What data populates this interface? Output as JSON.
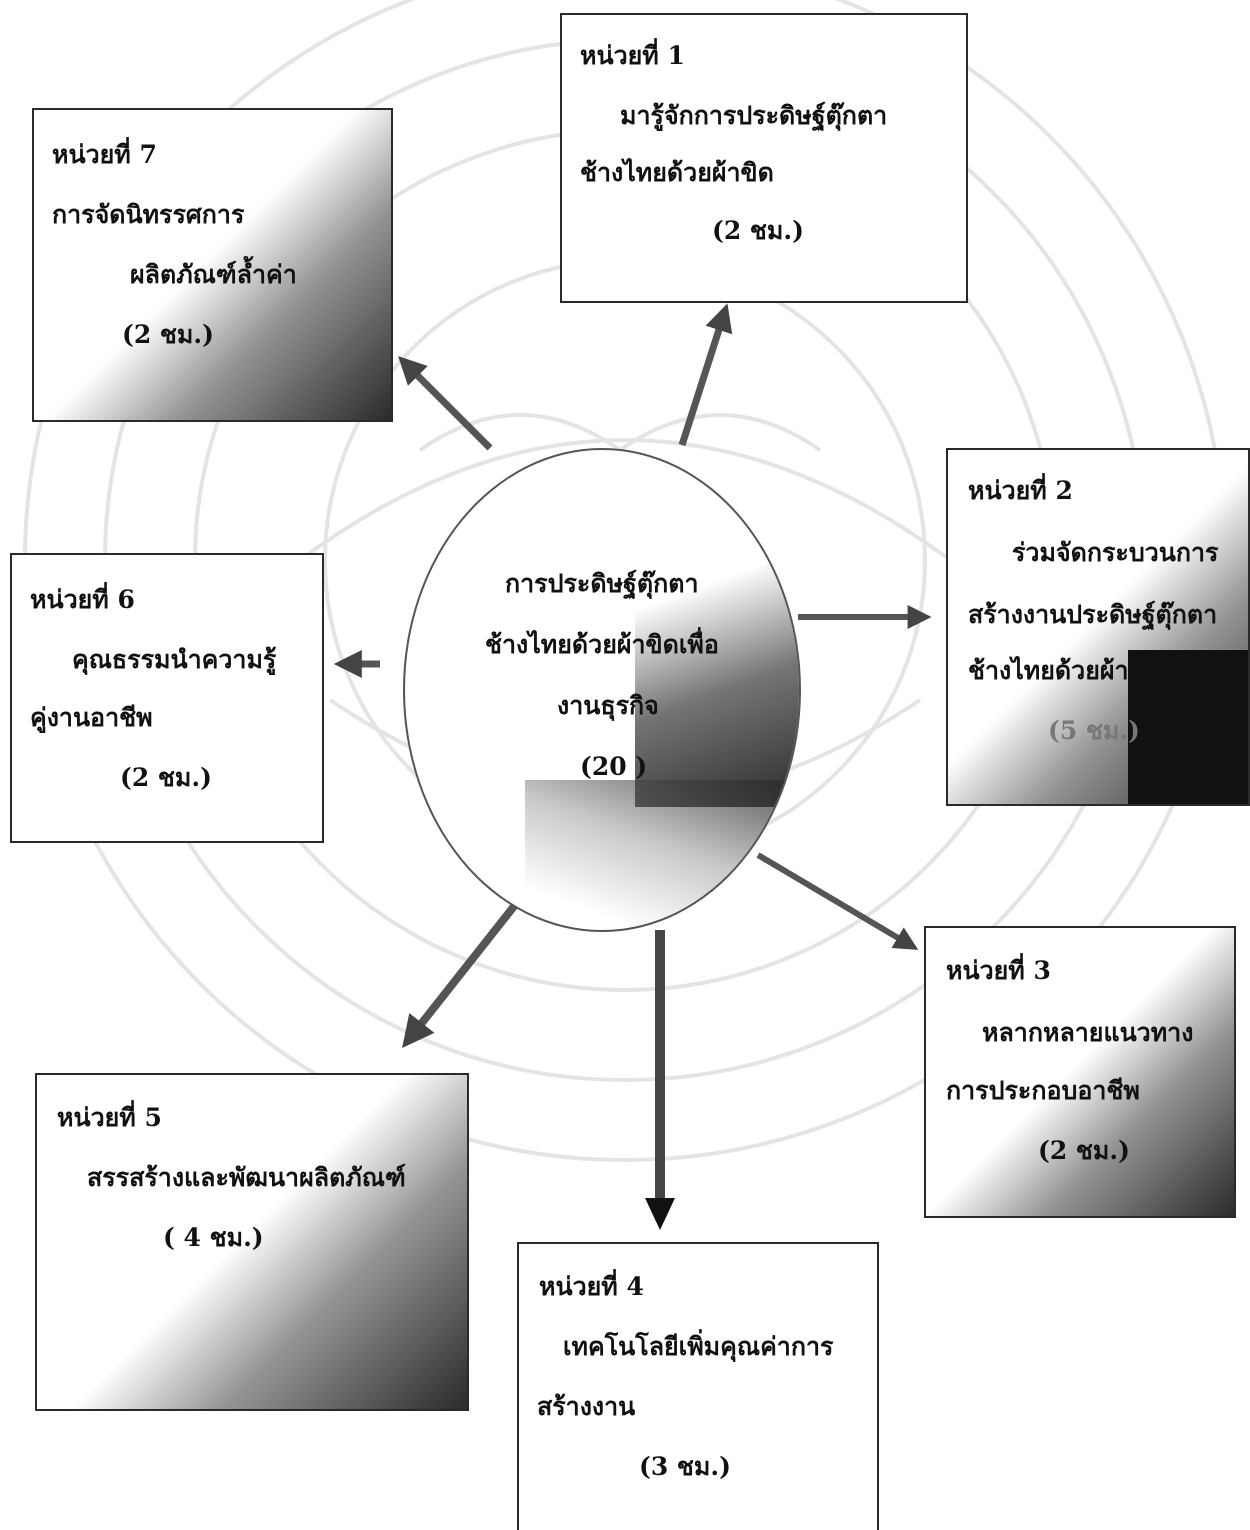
{
  "center": {
    "line1": "การประดิษฐ์ตุ๊กตา",
    "line2": "ช้างไทยด้วยผ้าขิดเพื่อ",
    "line3": "งานธุรกิจ",
    "line4": "(20 )"
  },
  "units": [
    {
      "id": "unit1",
      "title": "หน่วยที่ 1",
      "lines": [
        "มารู้จักการประดิษฐ์ตุ๊กตา",
        "ช้างไทยด้วยผ้าขิด"
      ],
      "hours": "(2 ชม.)"
    },
    {
      "id": "unit2",
      "title": "หน่วยที่ 2",
      "lines": [
        "ร่วมจัดกระบวนการ",
        "สร้างงานประดิษฐ์ตุ๊กตา",
        "ช้างไทยด้วยผ้าขิด"
      ],
      "hours": "(5 ชม.)"
    },
    {
      "id": "unit3",
      "title": "หน่วยที่ 3",
      "lines": [
        "หลากหลายแนวทาง",
        "การประกอบอาชีพ"
      ],
      "hours": "(2 ชม.)"
    },
    {
      "id": "unit4",
      "title": "หน่วยที่ 4",
      "lines": [
        "เทคโนโลยีเพิ่มคุณค่าการ",
        "สร้างงาน"
      ],
      "hours": "(3 ชม.)"
    },
    {
      "id": "unit5",
      "title": "หน่วยที่ 5",
      "lines": [
        "สรรสร้างและพัฒนาผลิตภัณฑ์"
      ],
      "hours": "( 4 ชม.)"
    },
    {
      "id": "unit6",
      "title": "หน่วยที่ 6",
      "lines": [
        "คุณธรรมนำความรู้",
        "คู่งานอาชีพ"
      ],
      "hours": "(2 ชม.)"
    },
    {
      "id": "unit7",
      "title": "หน่วยที่ 7",
      "lines": [
        "การจัดนิทรรศการ",
        "ผลิตภัณฑ์ล้ำค่า"
      ],
      "hours": "(2 ชม.)"
    }
  ]
}
